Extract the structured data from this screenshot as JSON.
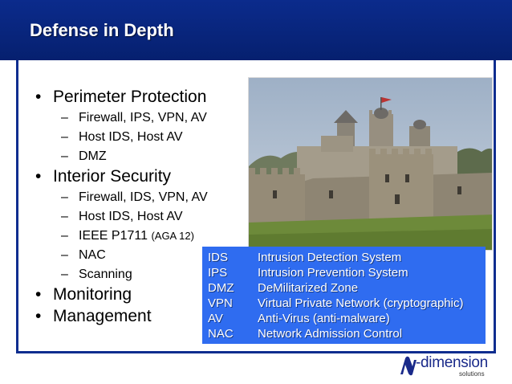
{
  "slide": {
    "title": "Defense in Depth",
    "bullets": [
      {
        "text": "Perimeter Protection",
        "subs": [
          "Firewall, IPS, VPN, AV",
          "Host IDS, Host AV",
          "DMZ"
        ]
      },
      {
        "text": "Interior Security",
        "subs": [
          "Firewall, IDS, VPN, AV",
          "Host IDS, Host AV",
          "IEEE P1711",
          "NAC",
          "Scanning"
        ],
        "sub_note": "(AGA 12)"
      },
      {
        "text": "Monitoring"
      },
      {
        "text": "Management"
      }
    ],
    "bullet_char": "•",
    "dash_char": "–",
    "glossary": [
      {
        "abbr": "IDS",
        "def": "Intrusion Detection System"
      },
      {
        "abbr": "IPS",
        "def": "Intrusion Prevention System"
      },
      {
        "abbr": "DMZ",
        "def": "DeMilitarized Zone"
      },
      {
        "abbr": "VPN",
        "def": "Virtual Private Network (cryptographic)"
      },
      {
        "abbr": "AV",
        "def": "Anti-Virus (anti-malware)"
      },
      {
        "abbr": "NAC",
        "def": "Network Admission Control"
      }
    ],
    "logo": {
      "mark": "n",
      "word": "-dimension",
      "sub": "solutions"
    },
    "colors": {
      "title_bar": "#0b2b8c",
      "frame": "#0e2d8f",
      "glossary_bg": "#2f6cf0",
      "logo": "#1a2a8a"
    }
  }
}
